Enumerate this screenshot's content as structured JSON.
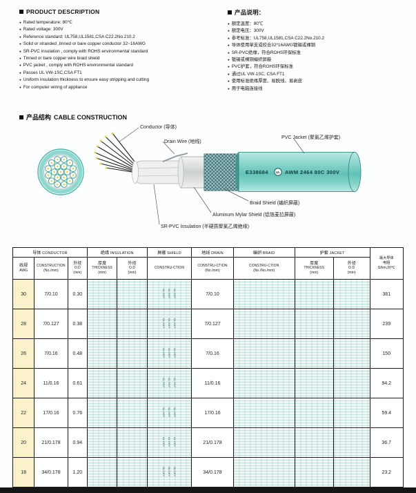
{
  "product_description": {
    "title": "PRODUCT DESCRIPTION",
    "items": [
      "Rated temperature: 80℃",
      "Rated voltage: 300V",
      "Reference standard: UL758,UL1581,CSA C22.2No.210.2",
      "Solid or stranded ,tinned or bare copper conductor 32~16AWG",
      "SR-PVC insulation , comply with ROHS environmental standard",
      "Tinned or bare copper wire braid shield",
      "PVC jacket , comply with ROHS environmental standard",
      "Passes UL VW-1SC,CSA FT1",
      "Uniform insulation thickness to ensure easy stripping and cutting",
      "For computer wiring of appliance"
    ]
  },
  "product_notes": {
    "title": "产品说明：",
    "items": [
      "额定温度：80℃",
      "额定电压：300V",
      "参考标准：UL758,UL1581,CSA C22.2No.210.2",
      "导体使用单支或绞合32*16AWG镀锡或裸铜",
      "SR-PVC绝缘，符合ROHS环保标准",
      "镀锡或裸铜编织屏蔽",
      "PVC护套，符合ROHS环保标准",
      "通过UL VW-1SC, CSA FT1",
      "使用标准绝缘厚度、易脱线、易剥皮",
      "用于电脑连接线"
    ]
  },
  "construction": {
    "title_cn": "产品结构",
    "title_en": "CABLE CONSTRUCTION",
    "labels": {
      "conductor": "Conductor (导体)",
      "drain": "Drain Wire (地线)",
      "jacket": "PVC Jacket (聚氯乙烯护套)",
      "braid": "Braid Shield (编织屏蔽)",
      "almylar": "Aluminum Mylar Shield (铝箔麦拉屏蔽)",
      "insulation": "SR-PVC Insulation (半硬质聚氯乙烯绝缘)"
    },
    "print": "E338684",
    "ul_mark": "UL",
    "print2": "AWM 2464 80C 300V"
  },
  "table": {
    "groups": [
      {
        "cn": "导体",
        "en": "CONDUCTOR"
      },
      {
        "cn": "绝缘",
        "en": "INSULATION"
      },
      {
        "cn": "屏蔽",
        "en": "SHIELD"
      },
      {
        "cn": "地线",
        "en": "DRAIN"
      },
      {
        "cn": "编织",
        "en": "BRAID"
      },
      {
        "cn": "护套",
        "en": "JACKET"
      }
    ],
    "subheaders": [
      {
        "cn": "线规",
        "en": "AWG",
        "unit": ""
      },
      {
        "cn": "",
        "en": "CONSTRUCTION",
        "unit": "(No./mm)"
      },
      {
        "cn": "外径",
        "en": "O.D",
        "unit": "(mm)"
      },
      {
        "cn": "厚度",
        "en": "THICKNESS",
        "unit": "(mm)"
      },
      {
        "cn": "外径",
        "en": "O.D",
        "unit": "(mm)"
      },
      {
        "cn": "",
        "en": "CONSTRU-CTION",
        "unit": ""
      },
      {
        "cn": "",
        "en": "CONSTRU-CTION",
        "unit": "(No./mm)"
      },
      {
        "cn": "",
        "en": "CONSTRU-CTION",
        "unit": "(No./No./mm)"
      },
      {
        "cn": "厚度",
        "en": "THICKNESS",
        "unit": "(mm)"
      },
      {
        "cn": "外径",
        "en": "O.D",
        "unit": "(mm)"
      }
    ],
    "res_header": {
      "l1": "最大导体",
      "l2": "电阻",
      "l3": "Ω/km,20℃"
    },
    "shield_mark": "AL/MY",
    "rows": [
      {
        "awg": "30",
        "construction": "7/0.10",
        "od": "0.30",
        "drain": "7/0.10",
        "resistance": "381"
      },
      {
        "awg": "28",
        "construction": "7/0.127",
        "od": "0.38",
        "drain": "7/0.127",
        "resistance": "239"
      },
      {
        "awg": "26",
        "construction": "7/0.16",
        "od": "0.48",
        "drain": "7/0.16",
        "resistance": "150"
      },
      {
        "awg": "24",
        "construction": "11/0.16",
        "od": "0.61",
        "drain": "11/0.16",
        "resistance": "94.2"
      },
      {
        "awg": "22",
        "construction": "17/0.16",
        "od": "0.76",
        "drain": "17/0.16",
        "resistance": "59.4"
      },
      {
        "awg": "20",
        "construction": "21/0.178",
        "od": "0.94",
        "drain": "21/0.178",
        "resistance": "36.7"
      },
      {
        "awg": "18",
        "construction": "34/0.178",
        "od": "1.20",
        "drain": "34/0.178",
        "resistance": "23.2"
      }
    ]
  }
}
